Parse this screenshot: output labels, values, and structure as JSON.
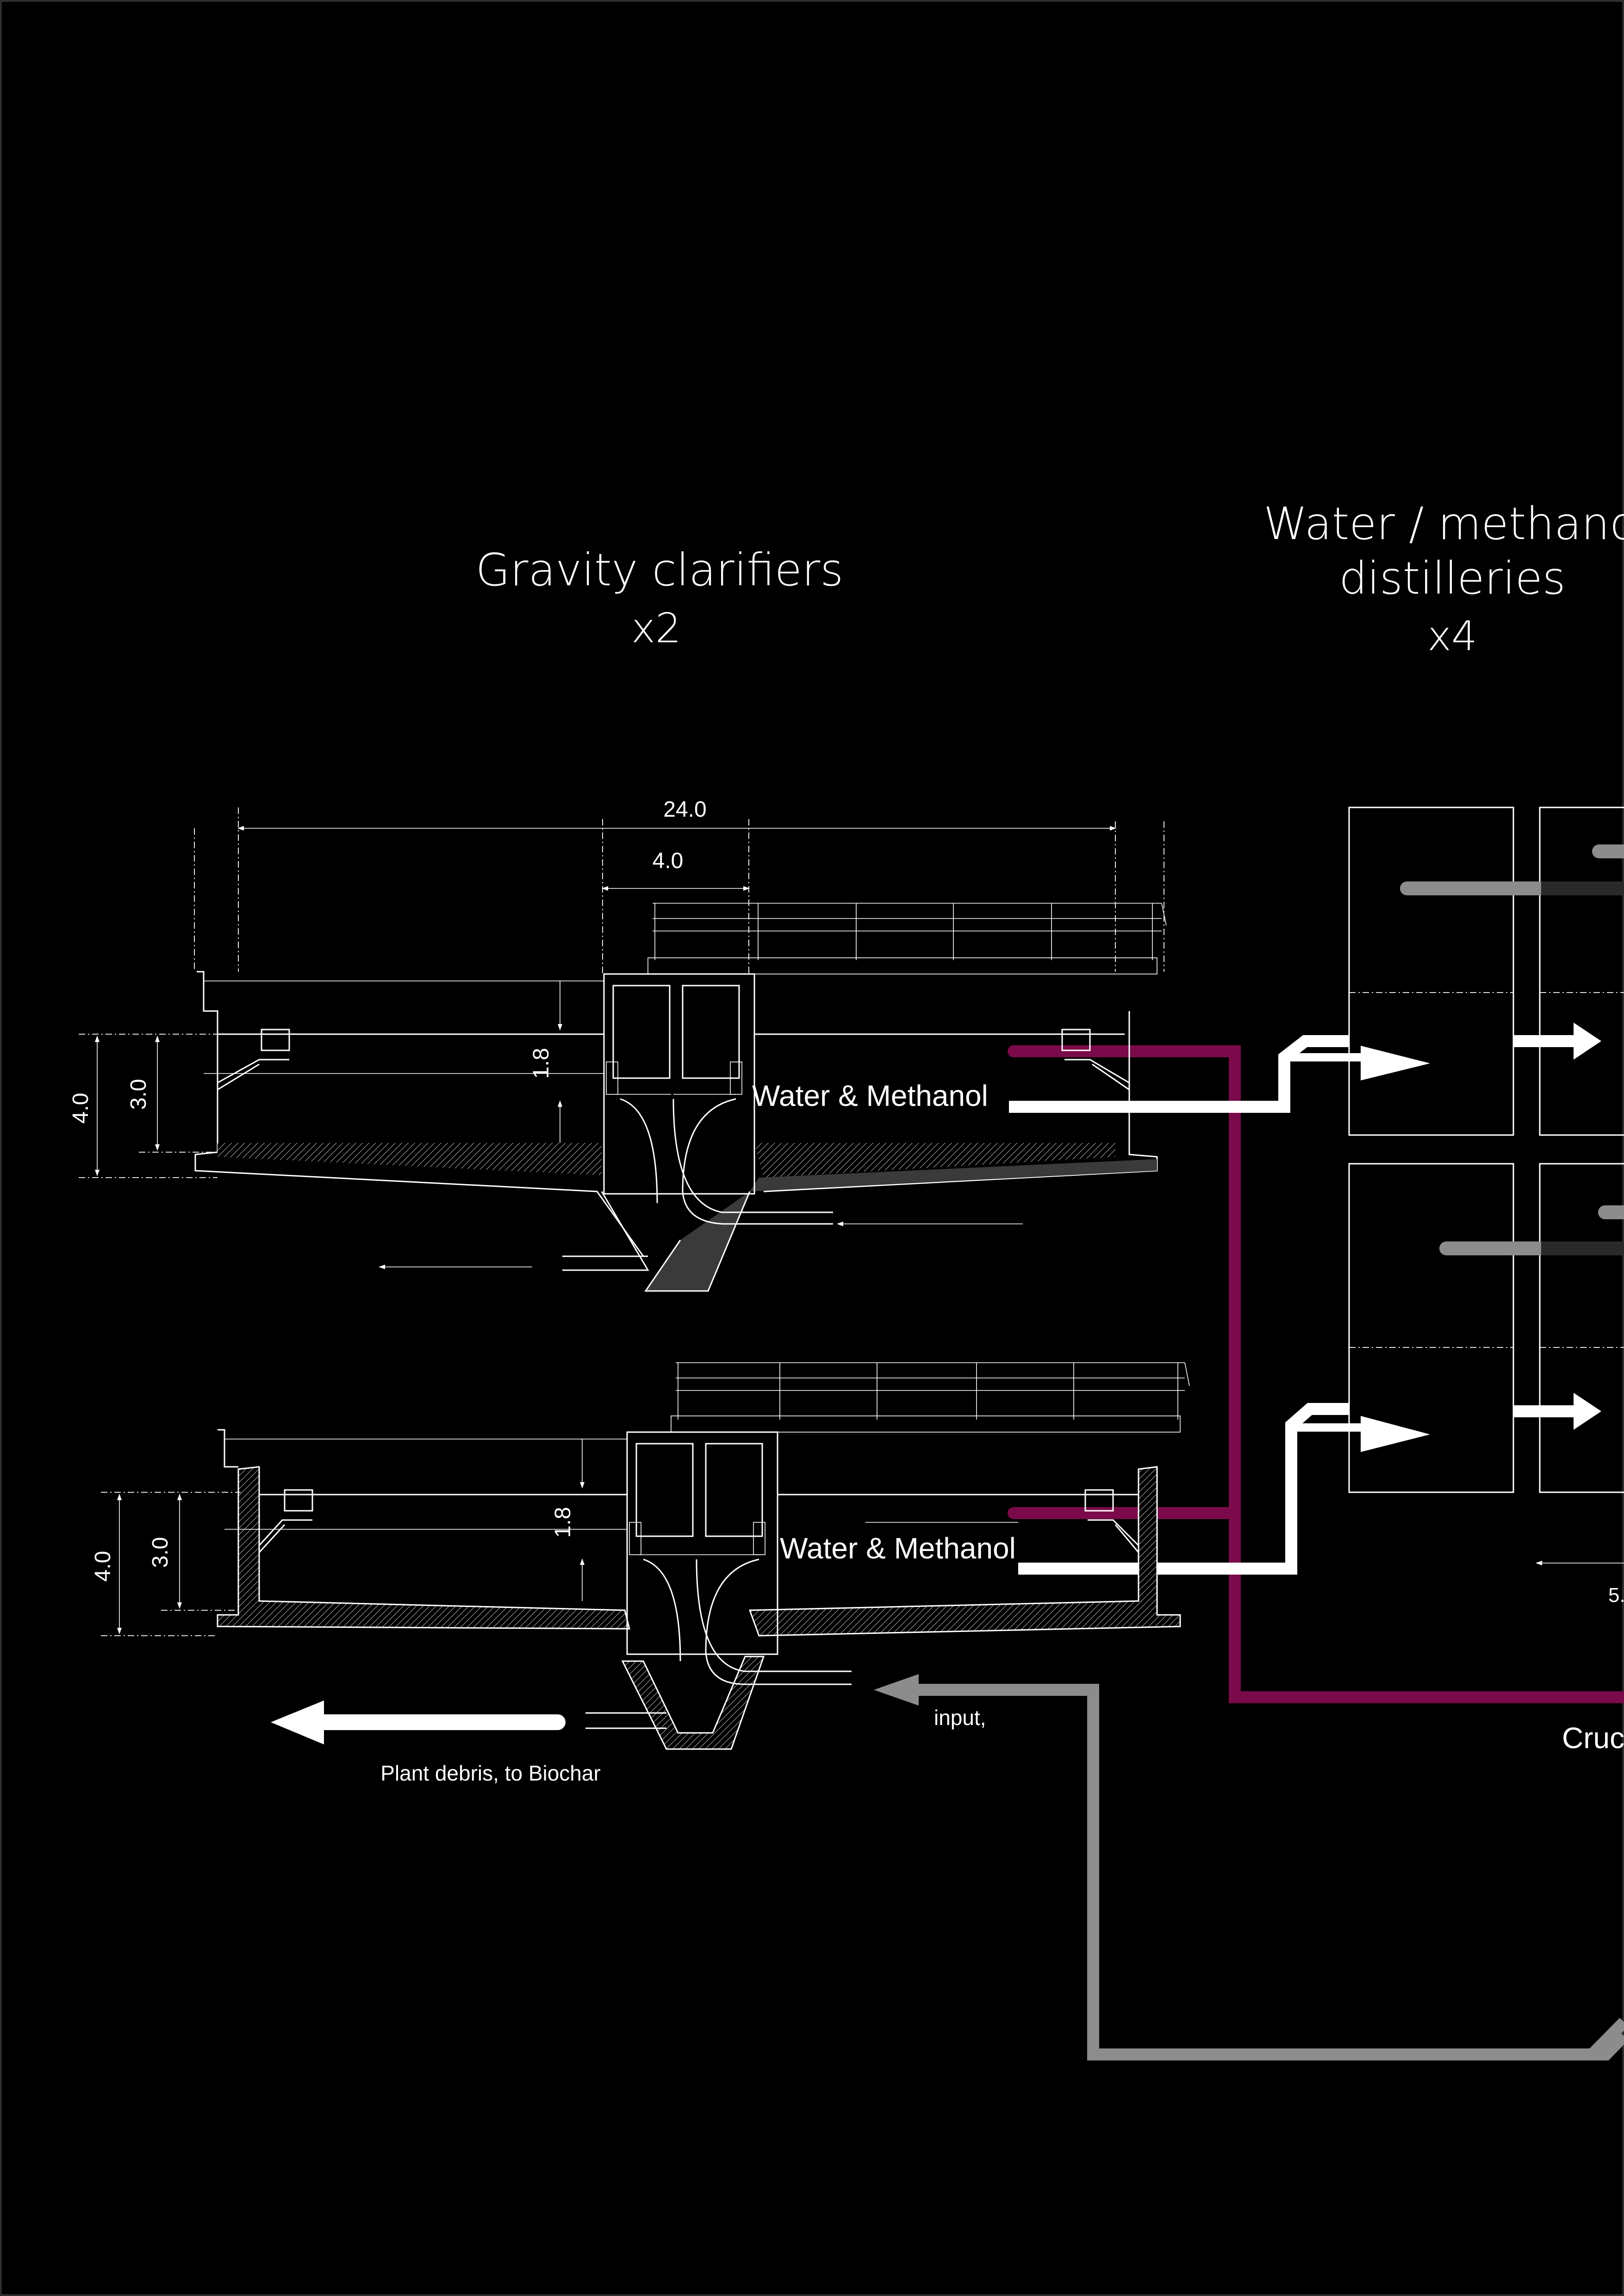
{
  "titles": {
    "clarifiers_title": "Gravity clarifiers",
    "clarifiers_count": "x2",
    "distilleries_title": "Water / methanol",
    "distilleries_subtitle": "distilleries",
    "distilleries_count": "x4"
  },
  "dimensions": {
    "overall_width": "24.0",
    "center_width": "4.0",
    "top_depth_outer": "4.0",
    "top_depth_inner": "3.0",
    "top_baffle_depth": "1.8",
    "bottom_depth_outer": "4.0",
    "bottom_depth_inner": "3.0",
    "bottom_baffle_depth": "1.8",
    "spacing_partial": "5."
  },
  "labels": {
    "top_outlet": "Water & Methanol",
    "bottom_outlet": "Water & Methanol",
    "input": "input,",
    "debris": "Plant debris, to Biochar",
    "crude_partial": "Cruc"
  },
  "colors": {
    "background": "#000000",
    "line": "#ffffff",
    "crude_pipe": "#7a0a4a",
    "return_pipe": "#8c8c8c"
  }
}
